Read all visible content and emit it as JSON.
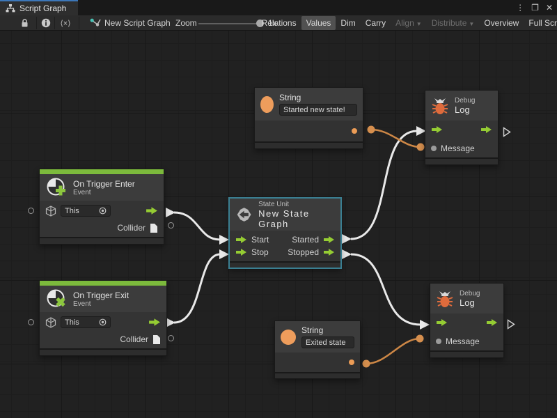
{
  "tab": {
    "title": "Script Graph"
  },
  "window_controls": {
    "more": "⋮",
    "maximize": "❐",
    "close": "✕"
  },
  "toolbar": {
    "zoom_fit_glyph": "⟨×⟩",
    "graph_name": "New Script Graph",
    "zoom_label": "Zoom",
    "zoom_value": "1x",
    "buttons": {
      "relations": "Relations",
      "values": "Values",
      "dim": "Dim",
      "carry": "Carry",
      "align": "Align",
      "distribute": "Distribute",
      "overview": "Overview",
      "fullscreen": "Full Scr"
    }
  },
  "graph": {
    "string_top": {
      "title": "String",
      "value": "Started new state!"
    },
    "string_bottom": {
      "title": "String",
      "value": "Exited state"
    },
    "debug_top": {
      "category": "Debug",
      "title": "Log",
      "input_label": "Message"
    },
    "debug_bottom": {
      "category": "Debug",
      "title": "Log",
      "input_label": "Message"
    },
    "trigger_enter": {
      "title": "On Trigger Enter",
      "category": "Event",
      "target_value": "This",
      "output_label": "Collider"
    },
    "trigger_exit": {
      "title": "On Trigger Exit",
      "category": "Event",
      "target_value": "This",
      "output_label": "Collider"
    },
    "state_unit": {
      "category": "State Unit",
      "title": "New State Graph",
      "in_ports": [
        "Start",
        "Stop"
      ],
      "out_ports": [
        "Started",
        "Stopped"
      ]
    }
  },
  "colors": {
    "flow_green": "#95cc33",
    "header_green": "#7cba3c",
    "value_orange": "#ee9d5c",
    "wire_orange": "#cd8746",
    "selection_teal": "#3a7f92",
    "tab_accent": "#3c77b9"
  }
}
